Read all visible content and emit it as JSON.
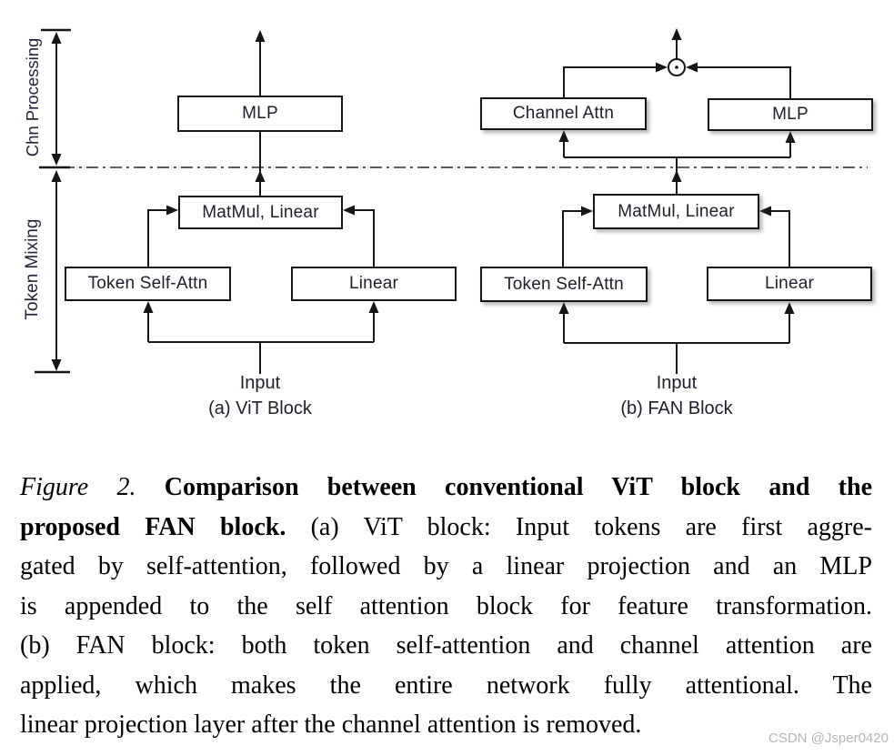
{
  "diagram": {
    "measure": {
      "chn_label": "Chn Processing",
      "token_label": "Token Mixing"
    },
    "vit": {
      "mlp": "MLP",
      "matmul": "MatMul, Linear",
      "token_attn": "Token Self-Attn",
      "linear": "Linear",
      "input": "Input",
      "caption": "(a) ViT Block"
    },
    "fan": {
      "channel_attn": "Channel Attn",
      "mlp": "MLP",
      "matmul": "MatMul, Linear",
      "token_attn": "Token Self-Attn",
      "linear": "Linear",
      "input": "Input",
      "caption": "(b) FAN Block"
    },
    "icons": {
      "elementwise_product": "⊙"
    },
    "colors": {
      "stroke": "#161616",
      "text": "#1e1e2d"
    }
  },
  "figure_caption": {
    "lines": [
      [
        {
          "style": "italic",
          "text": "Figure 2. "
        },
        {
          "style": "bold",
          "text": "Comparison between conventional ViT block and the"
        }
      ],
      [
        {
          "style": "bold",
          "text": "proposed FAN block. "
        },
        {
          "style": "roman",
          "text": "(a) ViT block: Input tokens are first aggre-"
        }
      ],
      [
        {
          "style": "roman",
          "text": "gated by self-attention, followed by a linear projection and an MLP"
        }
      ],
      [
        {
          "style": "roman",
          "text": "is appended to the self attention block for feature transformation."
        }
      ],
      [
        {
          "style": "roman",
          "text": "(b) FAN block: both token self-attention and channel attention are"
        }
      ],
      [
        {
          "style": "roman",
          "text": "applied, which makes the entire network fully attentional. The"
        }
      ],
      [
        {
          "style": "roman",
          "text": "linear projection layer after the channel attention is removed."
        }
      ]
    ]
  },
  "watermark": "CSDN @Jsper0420"
}
